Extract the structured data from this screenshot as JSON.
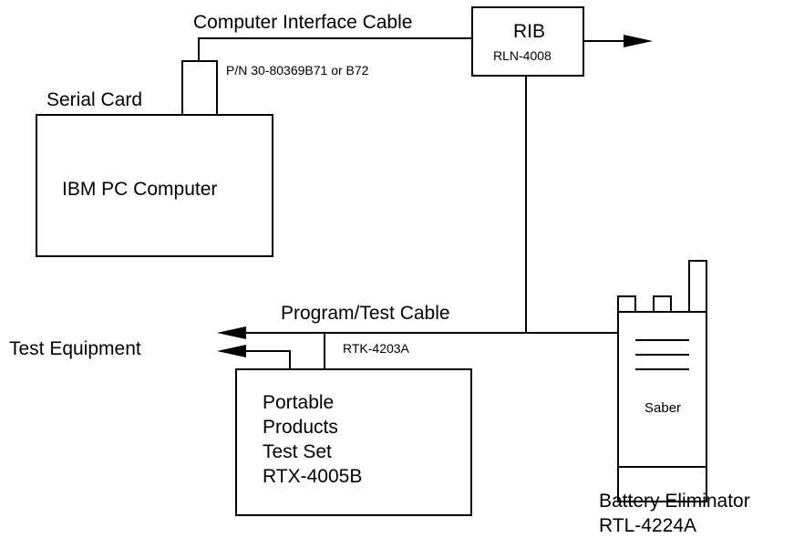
{
  "labels": {
    "computer_interface_cable": "Computer Interface Cable",
    "part_number": "P/N 30-80369B71 or B72",
    "serial_card": "Serial Card",
    "ibm_pc": "IBM PC Computer",
    "rib_title": "RIB",
    "rib_model": "RLN-4008",
    "program_test_cable": "Program/Test Cable",
    "rtk_model": "RTK-4203A",
    "test_equipment": "Test Equipment",
    "test_set_lines": [
      "Portable",
      "Products",
      "Test Set",
      "RTX-4005B"
    ],
    "saber": "Saber",
    "battery_eliminator": "Battery Eliminator",
    "battery_eliminator_model": "RTL-4224A"
  }
}
